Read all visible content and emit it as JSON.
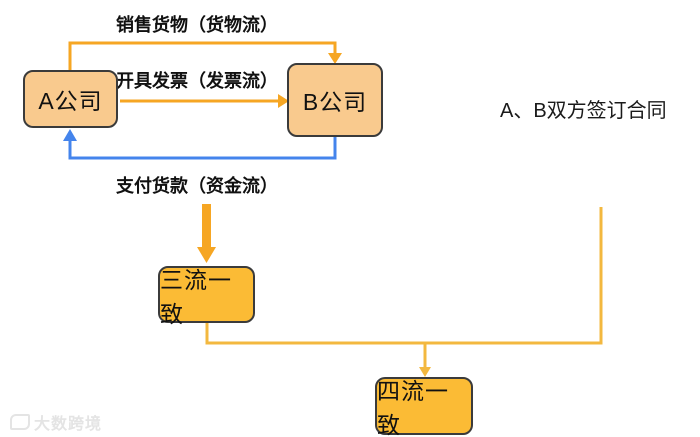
{
  "diagram": {
    "nodes": {
      "company_a": "A公司",
      "company_b": "B公司",
      "three_flows": "三流一致",
      "four_flows": "四流一致"
    },
    "edges": {
      "goods_flow": "销售货物（货物流）",
      "invoice_flow": "开具发票（发票流）",
      "payment_flow": "支付货款（资金流）"
    },
    "annotation": "A、B双方签订合同",
    "watermark": "大数跨境"
  },
  "colors": {
    "orange": "#F6A623",
    "connector": "#F3B83F",
    "blue": "#4484EC",
    "node_fill_light": "#F9CA8E",
    "node_fill_gold": "#FBBB35",
    "node_border": "#3B3B3B",
    "watermark": "#E4E4E4"
  }
}
